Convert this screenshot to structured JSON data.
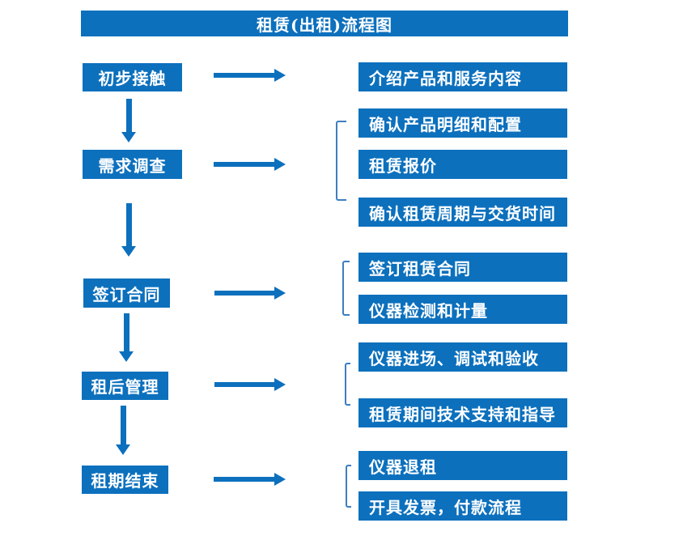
{
  "title": "租赁(出租)流程图",
  "colors": {
    "accent": "#0c70bd",
    "bracket": "#3d7ec0",
    "text_on_accent": "#ffffff"
  },
  "left_steps": [
    {
      "label": "初步接触"
    },
    {
      "label": "需求调查"
    },
    {
      "label": "签订合同"
    },
    {
      "label": "租后管理"
    },
    {
      "label": "租期结束"
    }
  ],
  "right_items": [
    {
      "label": "介绍产品和服务内容"
    },
    {
      "label": "确认产品明细和配置"
    },
    {
      "label": "租赁报价"
    },
    {
      "label": "确认租赁周期与交货时间"
    },
    {
      "label": "签订租赁合同"
    },
    {
      "label": "仪器检测和计量"
    },
    {
      "label": "仪器进场、调试和验收"
    },
    {
      "label": "租赁期间技术支持和指导"
    },
    {
      "label": "仪器退租"
    },
    {
      "label": "开具发票，付款流程"
    }
  ]
}
